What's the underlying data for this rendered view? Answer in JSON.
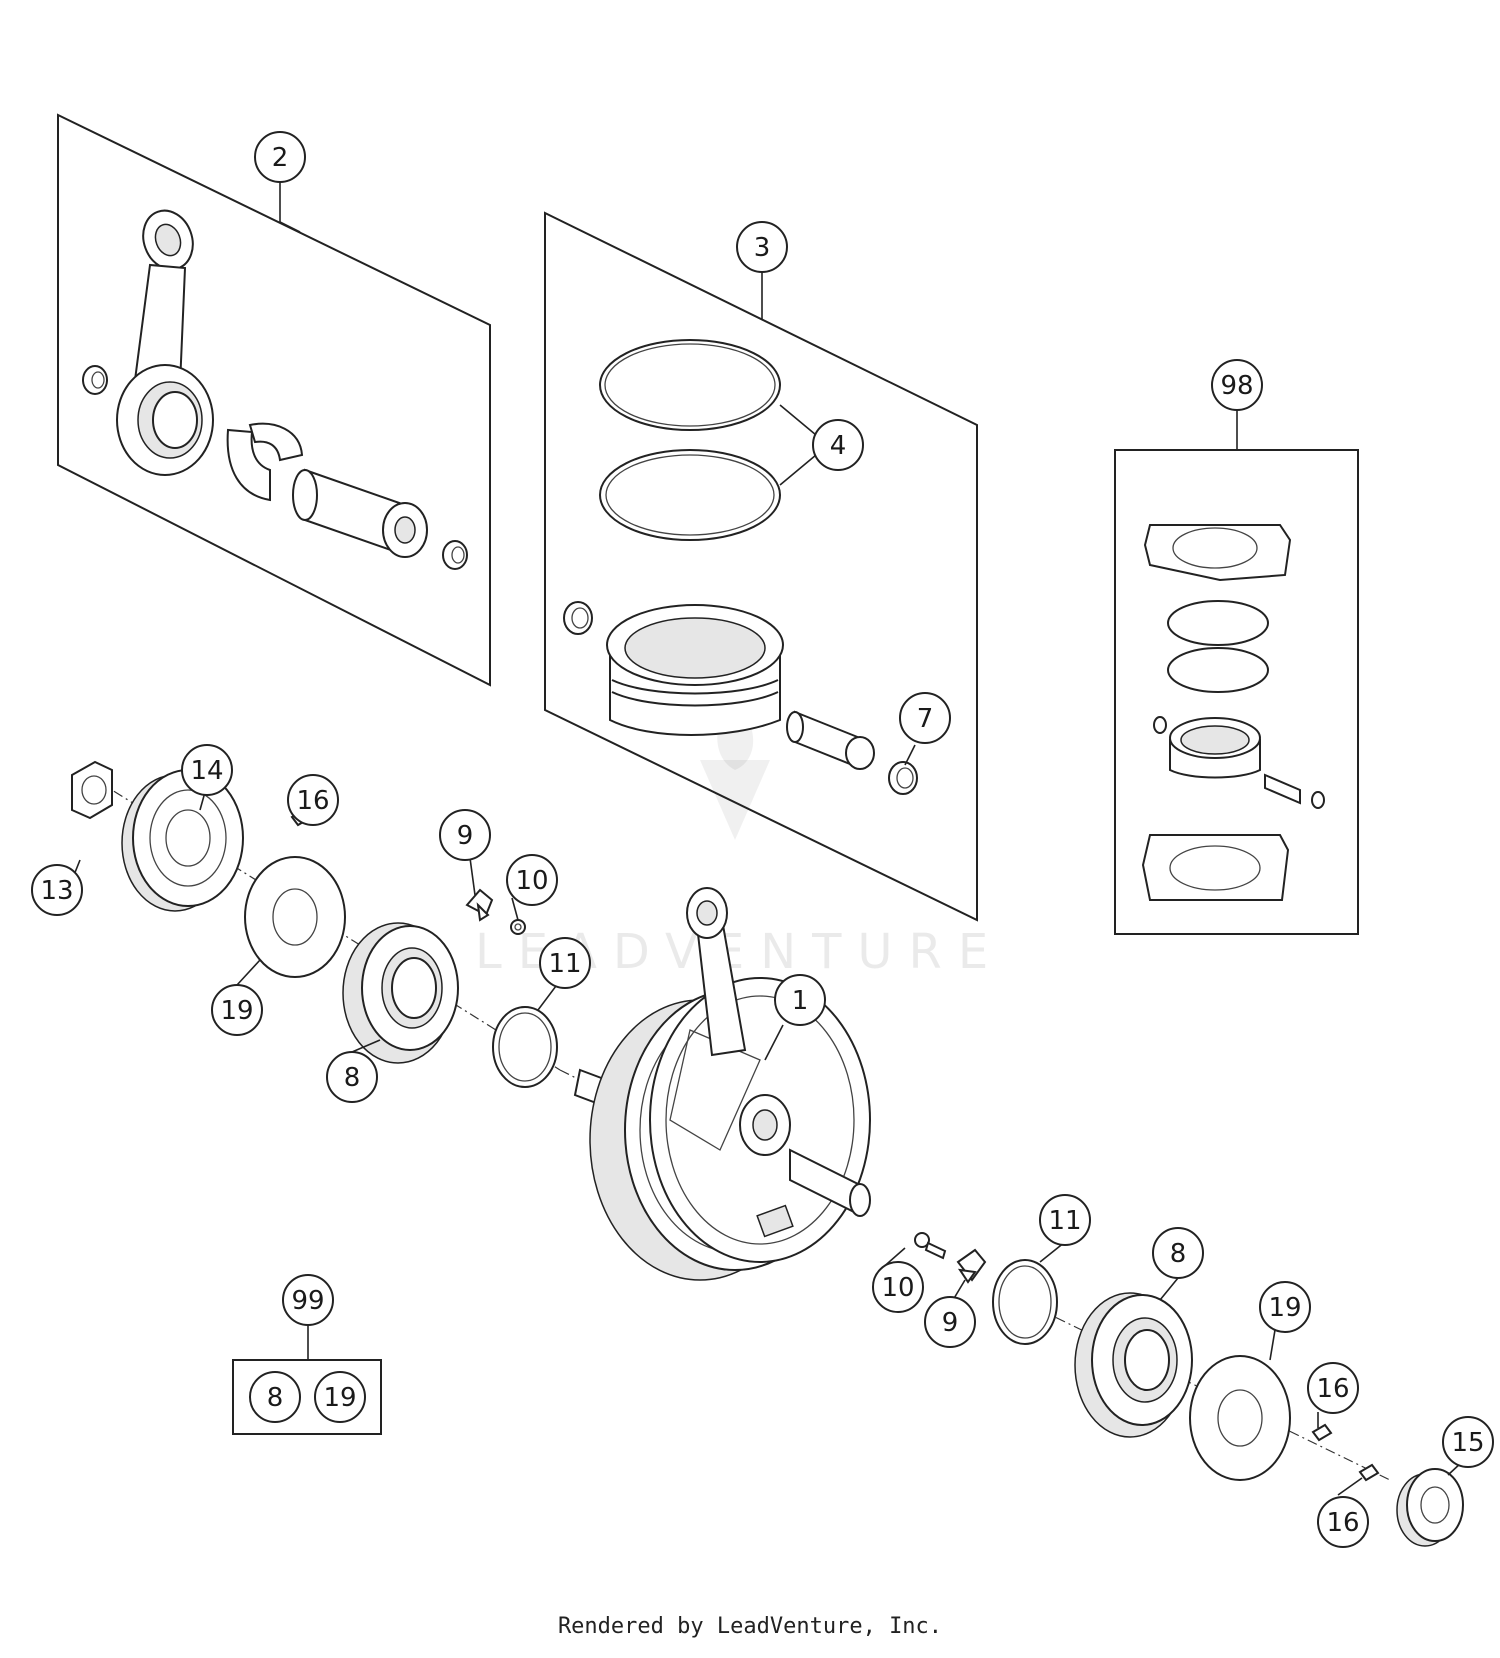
{
  "callouts": {
    "c1": "1",
    "c2": "2",
    "c3": "3",
    "c4": "4",
    "c7": "7",
    "c8a": "8",
    "c8b": "8",
    "c8k": "8",
    "c9a": "9",
    "c9b": "9",
    "c10a": "10",
    "c10b": "10",
    "c11a": "11",
    "c11b": "11",
    "c13": "13",
    "c14": "14",
    "c15": "15",
    "c16a": "16",
    "c16b": "16",
    "c16c": "16",
    "c19a": "19",
    "c19b": "19",
    "c19k": "19",
    "c98": "98",
    "c99": "99"
  },
  "watermark": "LEADVENTURE",
  "footer": "Rendered by LeadVenture, Inc."
}
